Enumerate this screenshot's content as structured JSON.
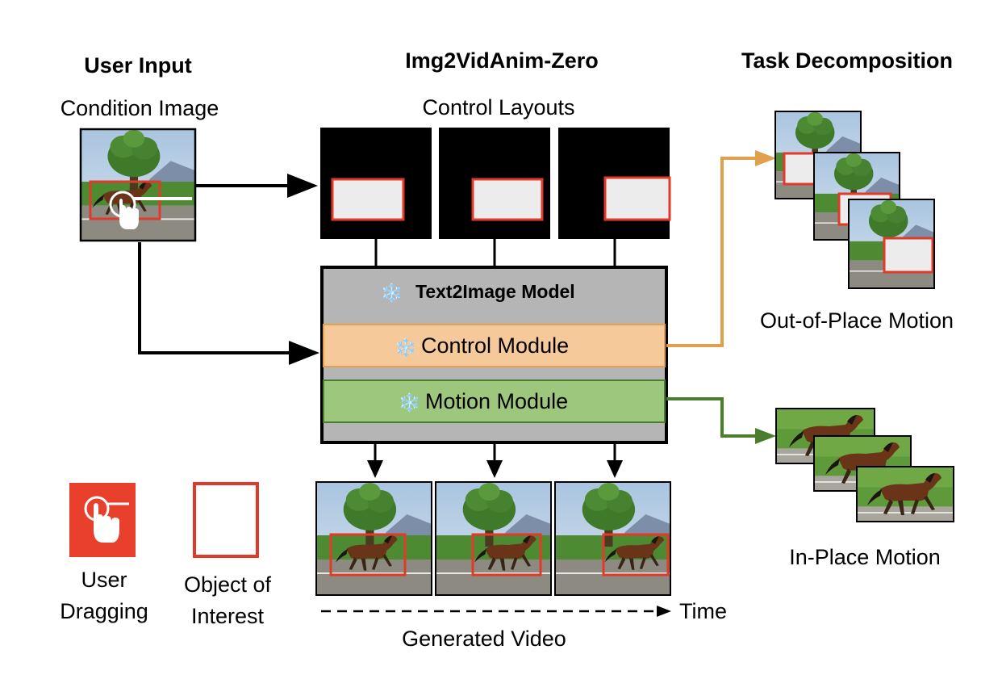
{
  "headers": {
    "user_input": "User Input",
    "method": "Img2VidAnim-Zero",
    "task_decomposition": "Task Decomposition"
  },
  "labels": {
    "condition_image": "Condition Image",
    "control_layouts": "Control Layouts",
    "generated_video": "Generated Video",
    "time": "Time",
    "out_of_place": "Out-of-Place Motion",
    "in_place": "In-Place Motion"
  },
  "model": {
    "snowflake": "❄️",
    "title": "Text2Image Model",
    "control_module": "Control Module",
    "motion_module": "Motion Module"
  },
  "legend": {
    "dragging_line1": "User",
    "dragging_line2": "Dragging",
    "object_line1": "Object of",
    "object_line2": "Interest"
  },
  "colors": {
    "control_module_fill": "#f5c99a",
    "control_arrow": "#e0a04c",
    "motion_module_fill": "#9cc77d",
    "motion_arrow": "#4a7d2c",
    "model_fill": "#b5b5b5",
    "object_box": "#e03a2a",
    "drag_icon_bg": "#e8402d"
  }
}
